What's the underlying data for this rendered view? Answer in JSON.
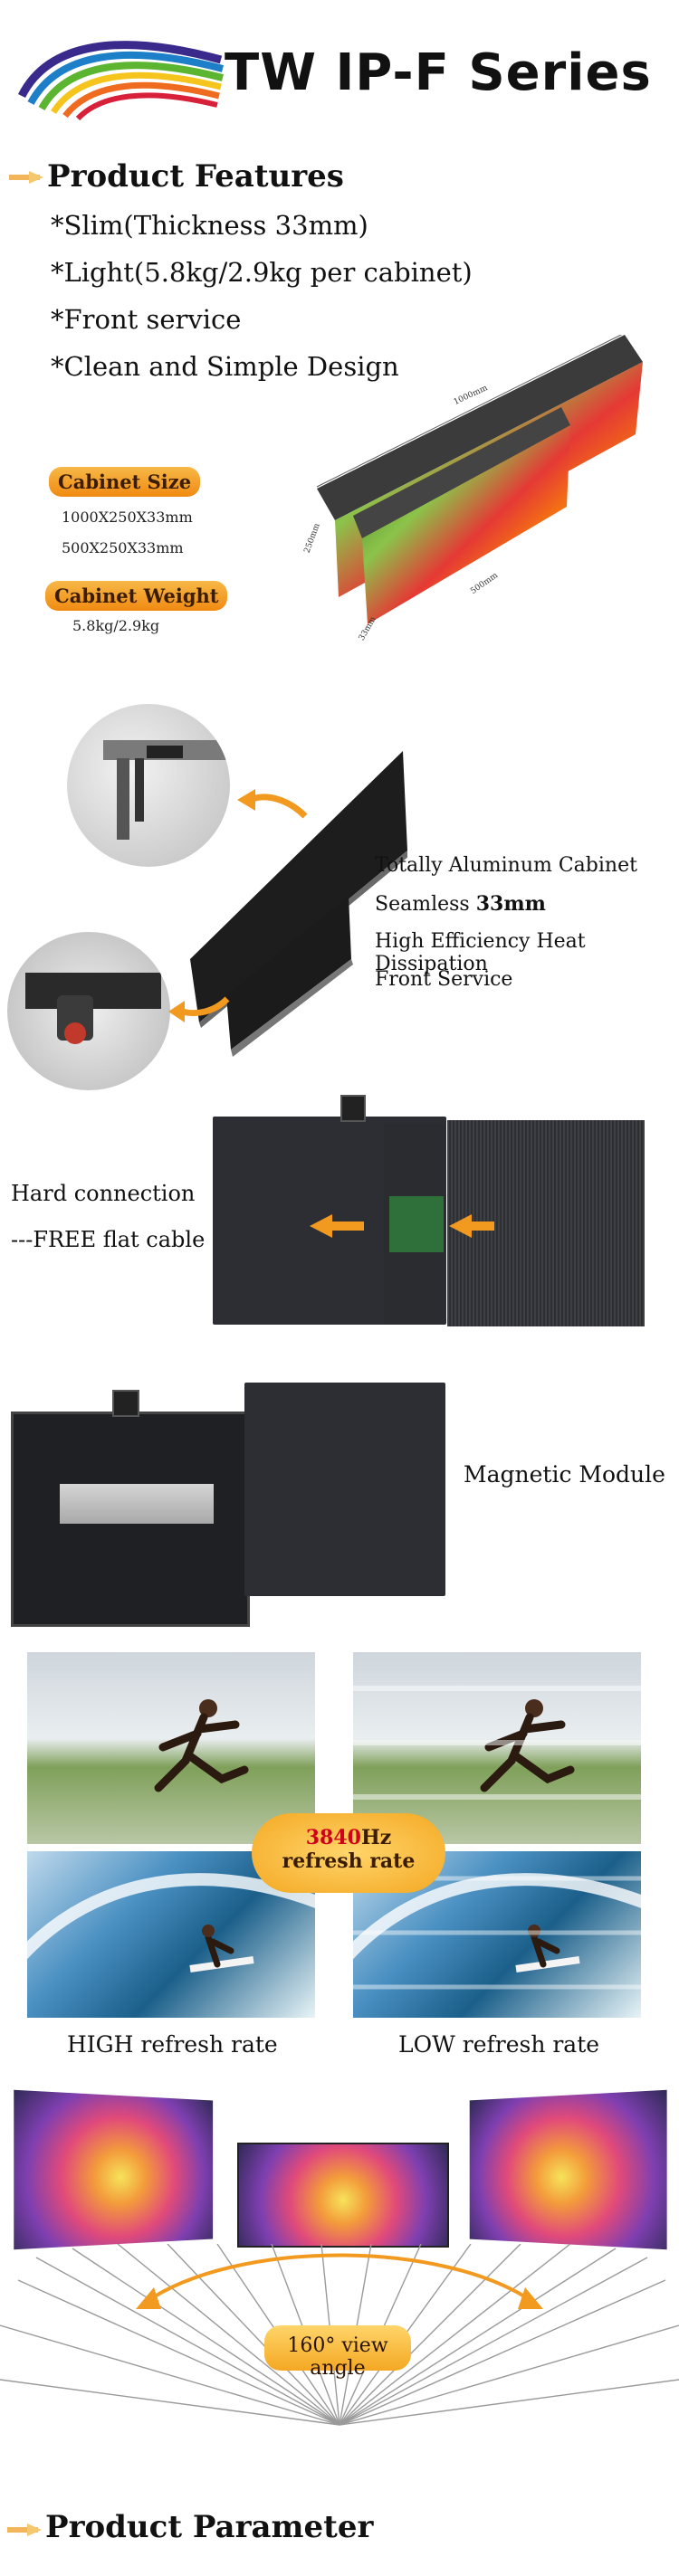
{
  "header": {
    "title": "TW IP-F Series"
  },
  "features": {
    "heading": "Product Features",
    "items": [
      "*Slim(Thickness 33mm)",
      "*Light(5.8kg/2.9kg per cabinet)",
      "*Front service",
      "*Clean and Simple Design"
    ]
  },
  "specs": {
    "size_label": "Cabinet Size",
    "size_values": [
      "1000X250X33mm",
      "500X250X33mm"
    ],
    "weight_label": "Cabinet Weight",
    "weight_value": "5.8kg/2.9kg",
    "dim_labels": [
      "1000mm",
      "250mm",
      "500mm",
      "33mm"
    ]
  },
  "cabinet": {
    "lines": [
      "Totally Aluminum Cabinet",
      "Seamless ",
      "High Efficiency Heat Dissipation",
      "Front Service"
    ],
    "bold": "33mm"
  },
  "connection": {
    "line1": "Hard connection",
    "line2": "---FREE flat cable"
  },
  "magnetic": {
    "label": "Magnetic Module"
  },
  "refresh": {
    "value": "3840",
    "unit": "Hz",
    "label": "refresh rate",
    "high": "HIGH refresh rate",
    "low": "LOW refresh rate"
  },
  "view": {
    "label": "160° view angle"
  },
  "parameter": {
    "heading": "Product Parameter"
  },
  "colors": {
    "accent": "#f29a1f",
    "red": "#d0021b"
  }
}
